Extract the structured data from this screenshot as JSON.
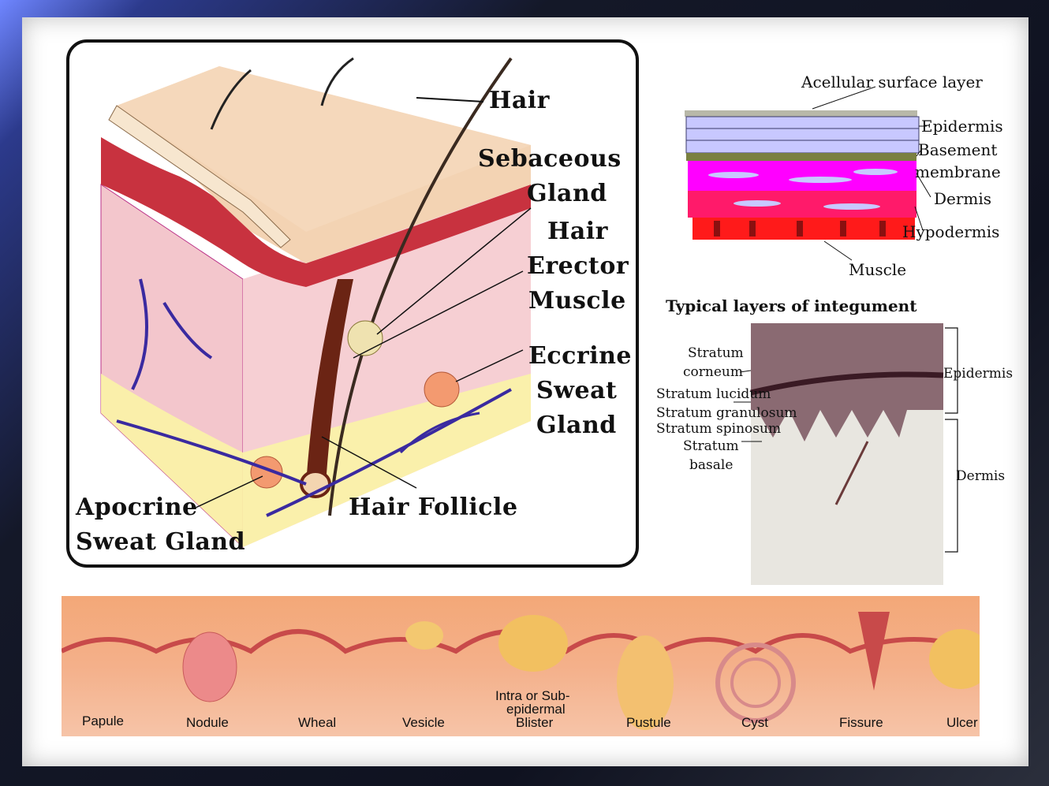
{
  "skin_diagram": {
    "labels": {
      "hair": "Hair",
      "sebaceous_gland_1": "Sebaceous",
      "sebaceous_gland_2": "Gland",
      "hair_erector_1": "Hair",
      "hair_erector_2": "Erector",
      "hair_erector_3": "Muscle",
      "eccrine_1": "Eccrine",
      "eccrine_2": "Sweat",
      "eccrine_3": "Gland",
      "apocrine_1": "Apocrine",
      "apocrine_2": "Sweat Gland",
      "hair_follicle": "Hair Follicle"
    }
  },
  "layers_diagram": {
    "acellular": "Acellular surface layer",
    "epidermis": "Epidermis",
    "basement_1": "Basement",
    "basement_2": "membrane",
    "dermis": "Dermis",
    "hypodermis": "Hypodermis",
    "muscle": "Muscle",
    "caption": "Typical layers of integument"
  },
  "histology": {
    "stratum_corneum_1": "Stratum",
    "stratum_corneum_2": "corneum",
    "stratum_lucidum": "Stratum lucidum",
    "stratum_granulosum": "Stratum granulosum",
    "stratum_spinosum": "Stratum spinosum",
    "stratum_basale_1": "Stratum",
    "stratum_basale_2": "basale",
    "epidermis": "Epidermis",
    "dermis": "Dermis"
  },
  "lesions": {
    "papule": "Papule",
    "nodule": "Nodule",
    "wheal": "Wheal",
    "vesicle": "Vesicle",
    "blister_1": "Intra or Sub-",
    "blister_2": "epidermal",
    "blister_3": "Blister",
    "pustule": "Pustule",
    "cyst": "Cyst",
    "fissure": "Fissure",
    "ulcer": "Ulcer"
  },
  "colors": {
    "frame_accent": "#6f86ff",
    "skin_pink": "#f4c3c6",
    "epidermis_red": "#c8323f",
    "dermis_magenta": "#ff00ff",
    "hypodermis_red": "#ff1a1a",
    "epidermis_lavender": "#c8c8ff"
  }
}
